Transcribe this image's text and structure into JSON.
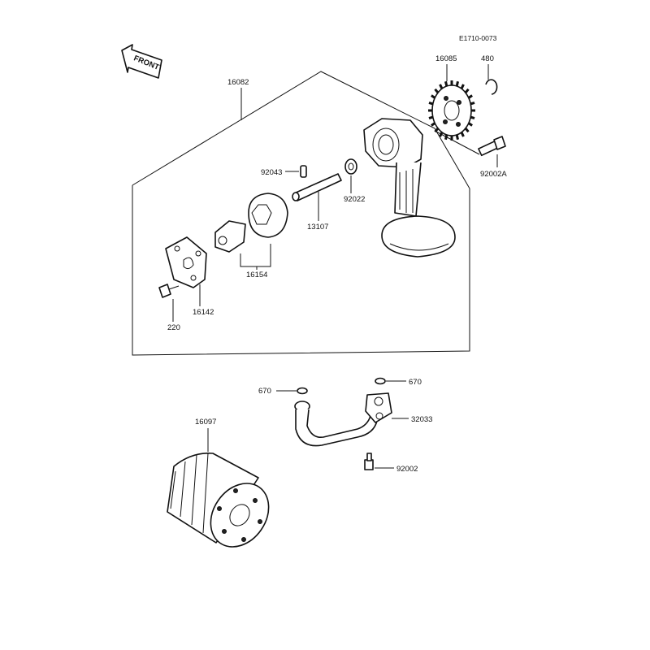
{
  "diagram": {
    "ref_code": "E1710-0073",
    "front_label": "FRONT",
    "parts": {
      "p16082": "16082",
      "p16085": "16085",
      "p480": "480",
      "p92002A": "92002A",
      "p92043": "92043",
      "p92022": "92022",
      "p13107": "13107",
      "p16154": "16154",
      "p16142": "16142",
      "p220": "220",
      "p670_left": "670",
      "p670_right": "670",
      "p32033": "32033",
      "p16097": "16097",
      "p92002": "92002"
    }
  }
}
